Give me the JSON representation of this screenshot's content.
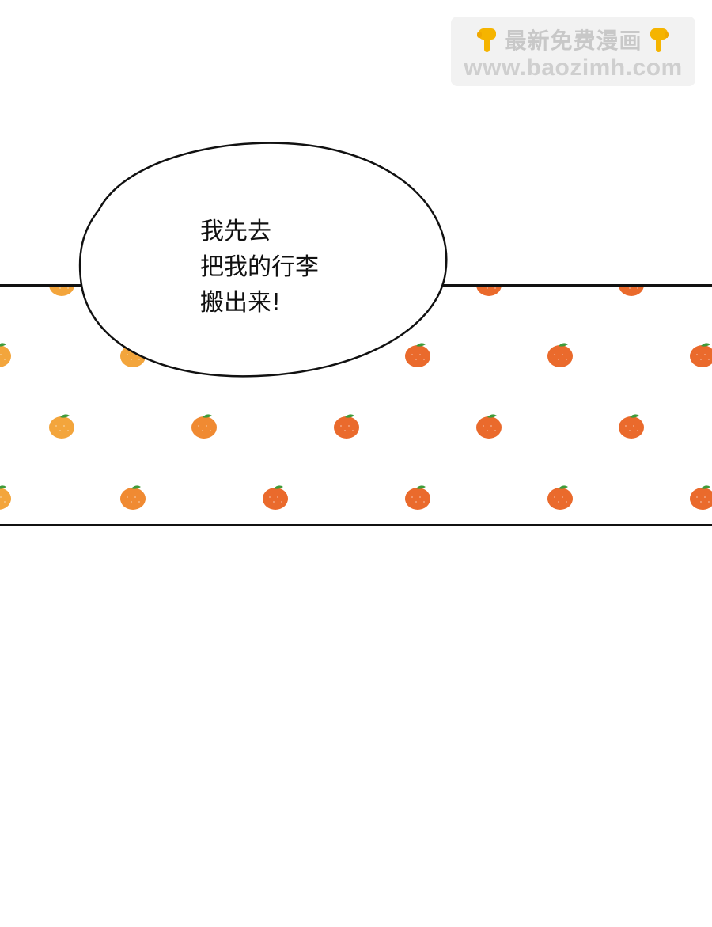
{
  "watermark": {
    "title": "最新免费漫画",
    "url": "www.baozimh.com",
    "left_icon": "pointing-down-hand-icon",
    "right_icon": "pointing-down-hand-icon",
    "icon_color": "#f5b400"
  },
  "speech_bubble": {
    "lines": [
      "我先去",
      "把我的行李",
      "搬出来!"
    ]
  },
  "pattern": {
    "motif_icon": "tangerine-icon",
    "colors": [
      "#f3a53c",
      "#f08a32",
      "#ea6a2c"
    ],
    "leaf_color": "#3f9b3a"
  }
}
